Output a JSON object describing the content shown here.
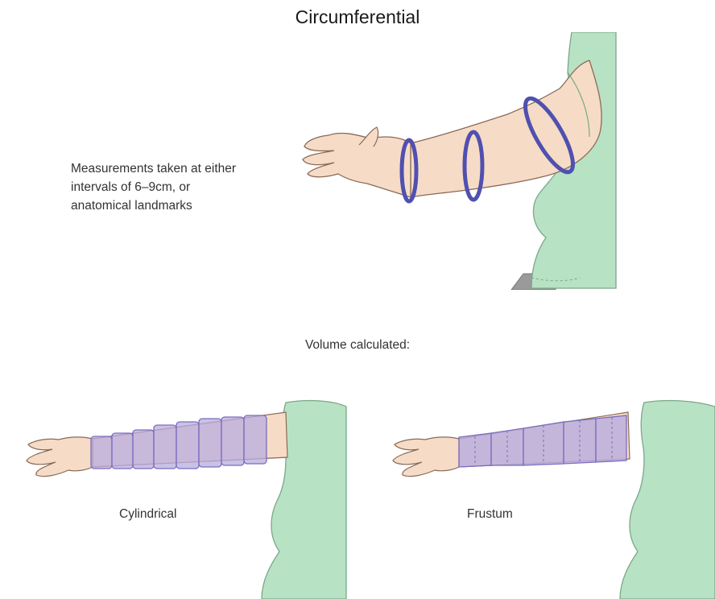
{
  "figure": {
    "title": "Circumferential",
    "description_lines": [
      "Measurements taken at either",
      "intervals of 6–9cm, or",
      "anatomical landmarks"
    ],
    "volume_label": "Volume calculated:",
    "methods": [
      {
        "label": "Cylindrical"
      },
      {
        "label": "Frustum"
      }
    ]
  },
  "colors": {
    "skin": "#f6dcc6",
    "skin_outline": "#8a6a58",
    "shirt": "#b8e2c4",
    "shirt_outline": "#7aa88a",
    "band": "#5050b0",
    "segment_fill": "#b8acdf",
    "segment_outline": "#7a6cc0",
    "grey_pants": "#9a9a9a"
  },
  "icons": [
    "arm-illustration",
    "measuring-tape-ring",
    "cylinder-segment",
    "frustum-segment"
  ]
}
